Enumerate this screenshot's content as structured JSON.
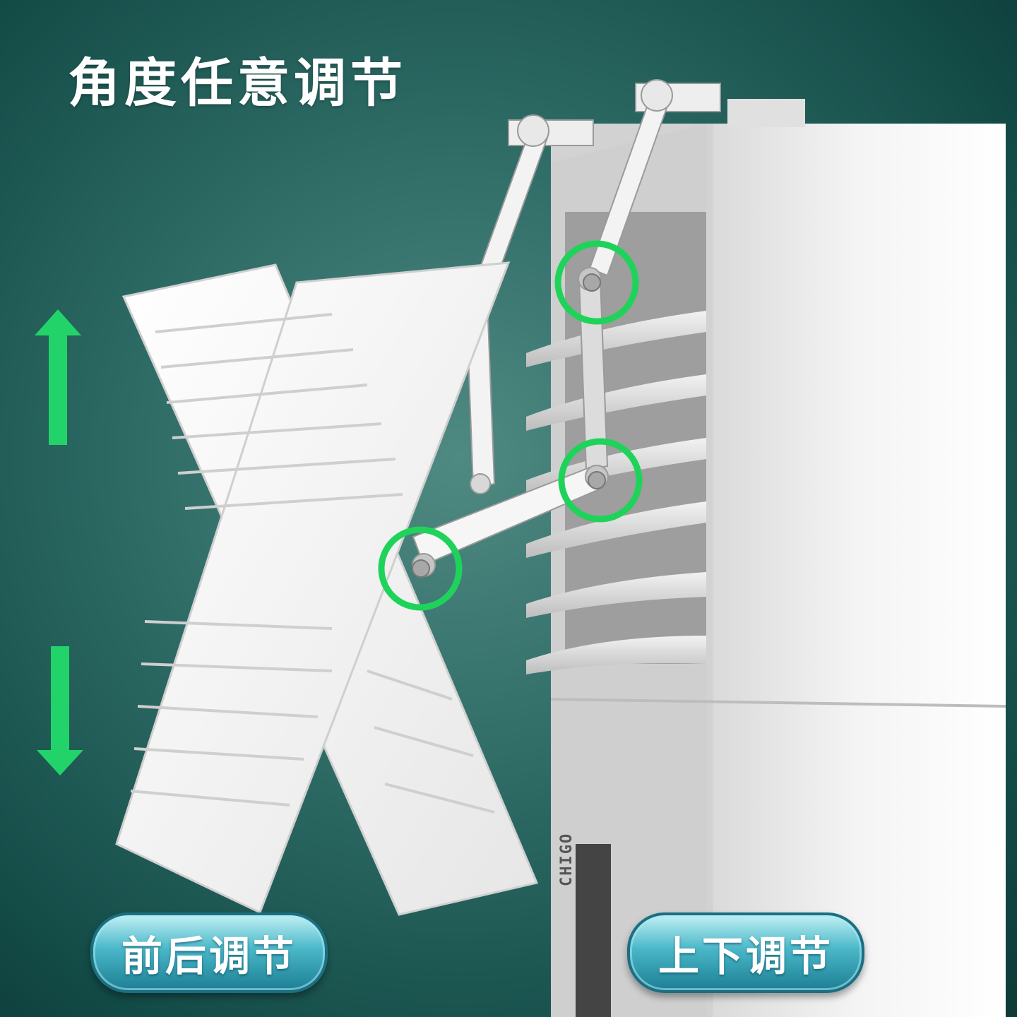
{
  "headline": "角度任意调节",
  "labels": {
    "front_back": "前后调节",
    "up_down": "上下调节"
  },
  "brand": "CHIGO",
  "colors": {
    "background": "#2f6c66",
    "arrow": "#22d36a",
    "highlight_ring": "#1fd35a",
    "pill": "#49b7c8"
  },
  "icons": {
    "up": "arrow-up-icon",
    "down": "arrow-down-icon"
  }
}
